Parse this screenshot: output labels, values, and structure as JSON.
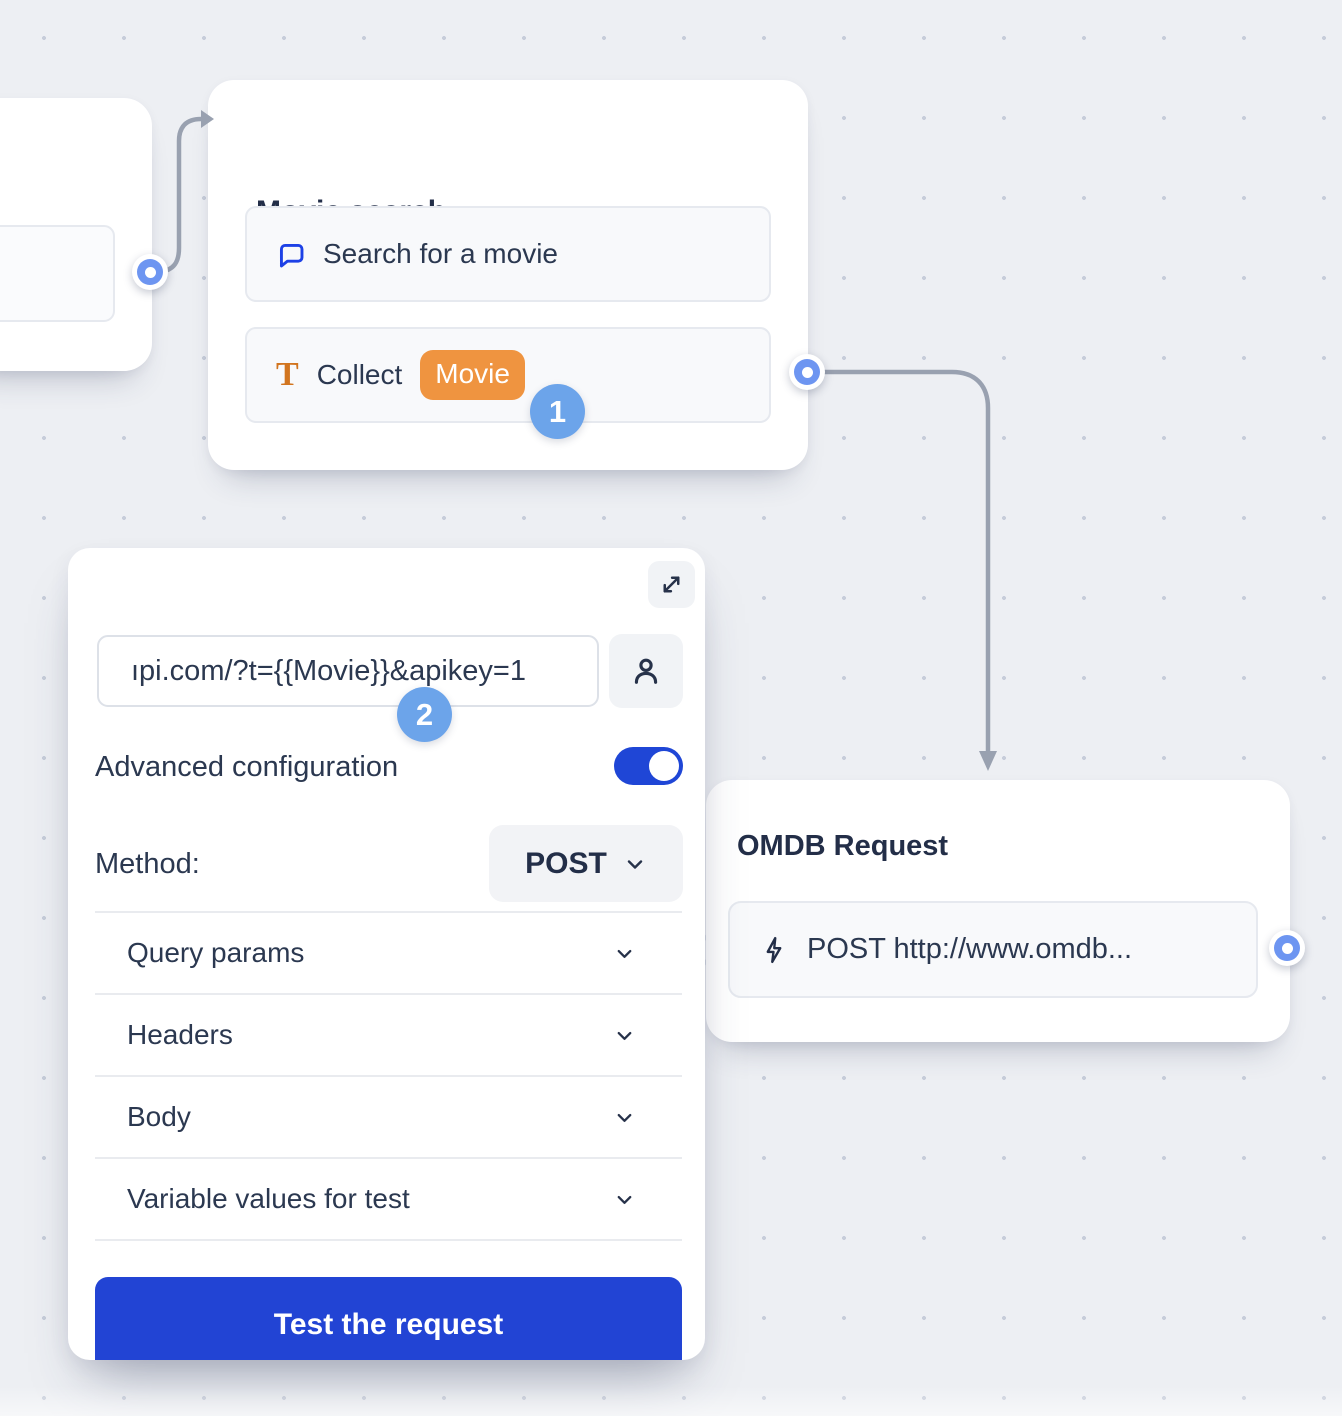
{
  "canvas": {
    "background_color": "#edeff3",
    "grid_dot_color": "#c7cdda"
  },
  "nodes": {
    "previous_partial": {
      "step_badge": ""
    },
    "movie_search": {
      "title": "Movie search",
      "items": [
        {
          "icon": "chat-bubble-icon",
          "label": "Search for a movie"
        },
        {
          "icon": "text-icon",
          "label": "Collect",
          "variable_badge": "Movie"
        }
      ],
      "step_badge": "1"
    },
    "omdb_request": {
      "title": "OMDB Request",
      "items": [
        {
          "icon": "lightning-icon",
          "label": "POST http://www.omdb..."
        }
      ]
    }
  },
  "config_panel": {
    "url_input": {
      "value": "ıpi.com/?t={{Movie}}&apikey=1"
    },
    "step_badge": "2",
    "advanced_configuration_label": "Advanced configuration",
    "advanced_configuration_enabled": true,
    "method_label": "Method:",
    "method_value": "POST",
    "sections": [
      {
        "label": "Query params"
      },
      {
        "label": "Headers"
      },
      {
        "label": "Body"
      },
      {
        "label": "Variable values for test"
      }
    ],
    "test_button_label": "Test the request"
  },
  "colors": {
    "primary_button_blue": "#2244d4",
    "toggle_blue": "#1f46d6",
    "step_badge_blue": "#6ca4ea",
    "port_ring_blue": "#6d95f1",
    "variable_badge_orange": "#ef9440",
    "icon_orange": "#d2751f",
    "chat_icon_blue": "#1d41e6",
    "connector_gray": "#99a1b0",
    "text_dark": "#2b3850"
  }
}
